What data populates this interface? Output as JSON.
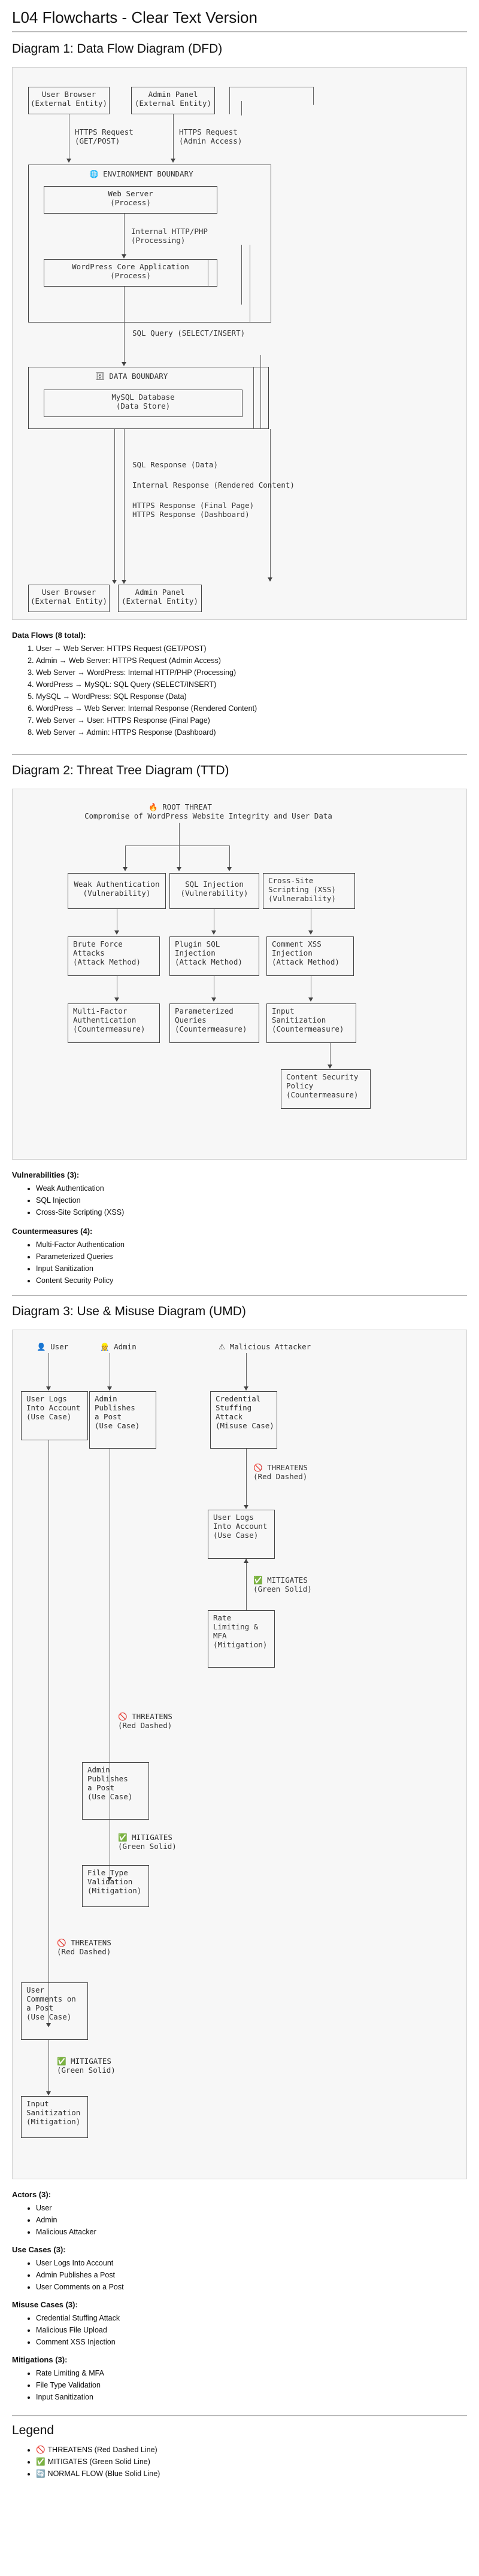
{
  "title": "L04 Flowcharts - Clear Text Version",
  "dfd": {
    "heading": "Diagram 1: Data Flow Diagram (DFD)",
    "user_browser_top": "User Browser\n(External Entity)",
    "admin_panel_top": "Admin Panel\n(External Entity)",
    "label_https_user": "HTTPS Request\n(GET/POST)",
    "label_https_admin": "HTTPS Request\n(Admin Access)",
    "env_boundary": "ENVIRONMENT BOUNDARY",
    "env_icon": "🌐",
    "web_server": "Web Server\n(Process)",
    "label_internal": "Internal HTTP/PHP\n(Processing)",
    "wordpress": "WordPress Core Application\n(Process)",
    "label_sql": "SQL Query (SELECT/INSERT)",
    "data_boundary": "DATA BOUNDARY",
    "data_icon": "🗄",
    "mysql": "MySQL Database\n(Data Store)",
    "label_sql_response": "SQL Response (Data)",
    "label_internal_response": "Internal Response (Rendered Content)",
    "label_https_responses": "HTTPS Response (Final Page)\nHTTPS Response (Dashboard)",
    "user_browser_bottom": "User Browser\n(External Entity)",
    "admin_panel_bottom": "Admin Panel\n(External Entity)",
    "flows_title": "Data Flows (8 total):",
    "flows": [
      "User → Web Server: HTTPS Request (GET/POST)",
      "Admin → Web Server: HTTPS Request (Admin Access)",
      "Web Server → WordPress: Internal HTTP/PHP (Processing)",
      "WordPress → MySQL: SQL Query (SELECT/INSERT)",
      "MySQL → WordPress: SQL Response (Data)",
      "WordPress → Web Server: Internal Response (Rendered Content)",
      "Web Server → User: HTTPS Response (Final Page)",
      "Web Server → Admin: HTTPS Response (Dashboard)"
    ]
  },
  "ttd": {
    "heading": "Diagram 2: Threat Tree Diagram (TTD)",
    "root_icon": "🔥",
    "root": "ROOT THREAT\nCompromise of WordPress Website Integrity and User Data",
    "vuln_weak_auth": "Weak Authentication\n(Vulnerability)",
    "vuln_sqli": "SQL Injection\n(Vulnerability)",
    "vuln_xss": "Cross-Site\nScripting (XSS)\n(Vulnerability)",
    "attack_brute": "Brute Force\nAttacks\n(Attack Method)",
    "attack_plugin_sqli": "Plugin SQL\nInjection\n(Attack Method)",
    "attack_comment_xss": "Comment XSS\nInjection\n(Attack Method)",
    "cm_mfa": "Multi-Factor\nAuthentication\n(Countermeasure)",
    "cm_param": "Parameterized\nQueries\n(Countermeasure)",
    "cm_sanitize": "Input\nSanitization\n(Countermeasure)",
    "cm_csp": "Content Security\nPolicy\n(Countermeasure)",
    "vuln_title": "Vulnerabilities (3):",
    "vulns": [
      "Weak Authentication",
      "SQL Injection",
      "Cross-Site Scripting (XSS)"
    ],
    "cm_title": "Countermeasures (4):",
    "countermeasures": [
      "Multi-Factor Authentication",
      "Parameterized Queries",
      "Input Sanitization",
      "Content Security Policy"
    ]
  },
  "umd": {
    "heading": "Diagram 3: Use & Misuse Diagram (UMD)",
    "actor_user_icon": "👤",
    "actor_user": "User",
    "actor_admin_icon": "👷",
    "actor_admin": "Admin",
    "actor_attacker_icon": "⚠",
    "actor_attacker": "Malicious Attacker",
    "uc_login": "User Logs\nInto Account\n(Use Case)",
    "uc_publish_top": "Admin\nPublishes\na Post\n(Use Case)",
    "mc_stuffing": "Credential\nStuffing\nAttack\n(Misuse Case)",
    "threatens_icon": "🚫",
    "mitigates_icon": "✅",
    "threatens_label": "THREATENS\n(Red Dashed)",
    "uc_login_2": "User Logs\nInto Account\n(Use Case)",
    "mitigates_label": "MITIGATES\n(Green Solid)",
    "mit_rate": "Rate\nLimiting &\nMFA\n(Mitigation)",
    "uc_publish_2": "Admin\nPublishes\na Post\n(Use Case)",
    "mit_filetype": "File Type\nValidation\n(Mitigation)",
    "uc_comment": "User\nComments on\na Post\n(Use Case)",
    "mit_sanitize": "Input\nSanitization\n(Mitigation)",
    "actors_title": "Actors (3):",
    "actors": [
      "User",
      "Admin",
      "Malicious Attacker"
    ],
    "use_cases_title": "Use Cases (3):",
    "use_cases": [
      "User Logs Into Account",
      "Admin Publishes a Post",
      "User Comments on a Post"
    ],
    "misuse_title": "Misuse Cases (3):",
    "misuse_cases": [
      "Credential Stuffing Attack",
      "Malicious File Upload",
      "Comment XSS Injection"
    ],
    "mitigations_title": "Mitigations (3):",
    "mitigations": [
      "Rate Limiting & MFA",
      "File Type Validation",
      "Input Sanitization"
    ]
  },
  "legend": {
    "heading": "Legend",
    "items": [
      {
        "icon": "🚫",
        "text": "THREATENS (Red Dashed Line)"
      },
      {
        "icon": "✅",
        "text": "MITIGATES (Green Solid Line)"
      },
      {
        "icon": "🔄",
        "text": "NORMAL FLOW (Blue Solid Line)"
      }
    ]
  },
  "colors": {
    "threatens": "#d93025",
    "mitigates": "#1e8e3e",
    "normal": "#1a73e8"
  }
}
